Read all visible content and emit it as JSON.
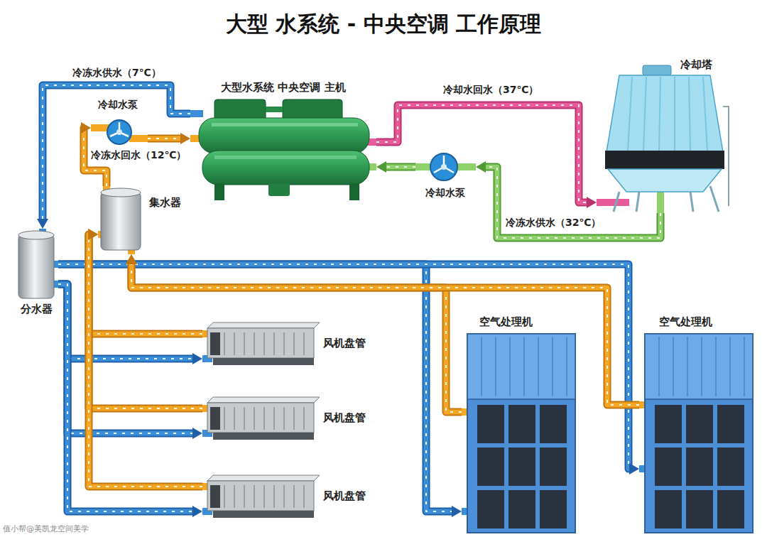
{
  "diagram": {
    "title": "大型 水系统 - 中央空调 工作原理",
    "nodes": [
      {
        "text": [
          "大型水系统 中央空调 主机"
        ]
      },
      {
        "text": [
          "冷却塔"
        ]
      },
      {
        "text": [
          "冷却水泵"
        ]
      },
      {
        "text": [
          "冷却水泵"
        ]
      },
      {
        "text": [
          "集水器"
        ]
      },
      {
        "text": [
          "分水器"
        ]
      },
      {
        "text": [
          "风机盘管"
        ]
      },
      {
        "text": [
          "风机盘管"
        ]
      },
      {
        "text": [
          "风机盘管"
        ]
      },
      {
        "text": [
          "空气处理机"
        ]
      },
      {
        "text": [
          "空气处理机"
        ]
      }
    ],
    "edges": [
      {
        "from": 0,
        "to": 5,
        "arrow": "to",
        "label": "冷冻水供水（7℃）"
      },
      {
        "from": 4,
        "to": 2,
        "arrow": "to"
      },
      {
        "from": 2,
        "to": 0,
        "arrow": "to",
        "label": "冷冻水回水（12℃）"
      },
      {
        "from": 0,
        "to": 1,
        "arrow": "to",
        "label": "冷却水回水（37℃）"
      },
      {
        "from": 1,
        "to": 3,
        "arrow": "to",
        "label": "冷冻水供水（32℃）"
      },
      {
        "from": 3,
        "to": 0,
        "arrow": "to"
      },
      {
        "from": 5,
        "to": 6,
        "arrow": "to"
      },
      {
        "from": 5,
        "to": 7,
        "arrow": "to"
      },
      {
        "from": 5,
        "to": 8,
        "arrow": "to"
      },
      {
        "from": 5,
        "to": 9,
        "arrow": "to"
      },
      {
        "from": 5,
        "to": 10,
        "arrow": "to"
      },
      {
        "from": 6,
        "to": 4,
        "arrow": "to"
      },
      {
        "from": 7,
        "to": 4,
        "arrow": "to"
      },
      {
        "from": 8,
        "to": 4,
        "arrow": "to"
      },
      {
        "from": 9,
        "to": 4,
        "arrow": "to"
      },
      {
        "from": 10,
        "to": 4,
        "arrow": "to"
      }
    ],
    "labels": [
      "值小帮@美凯龙空间美学"
    ]
  }
}
